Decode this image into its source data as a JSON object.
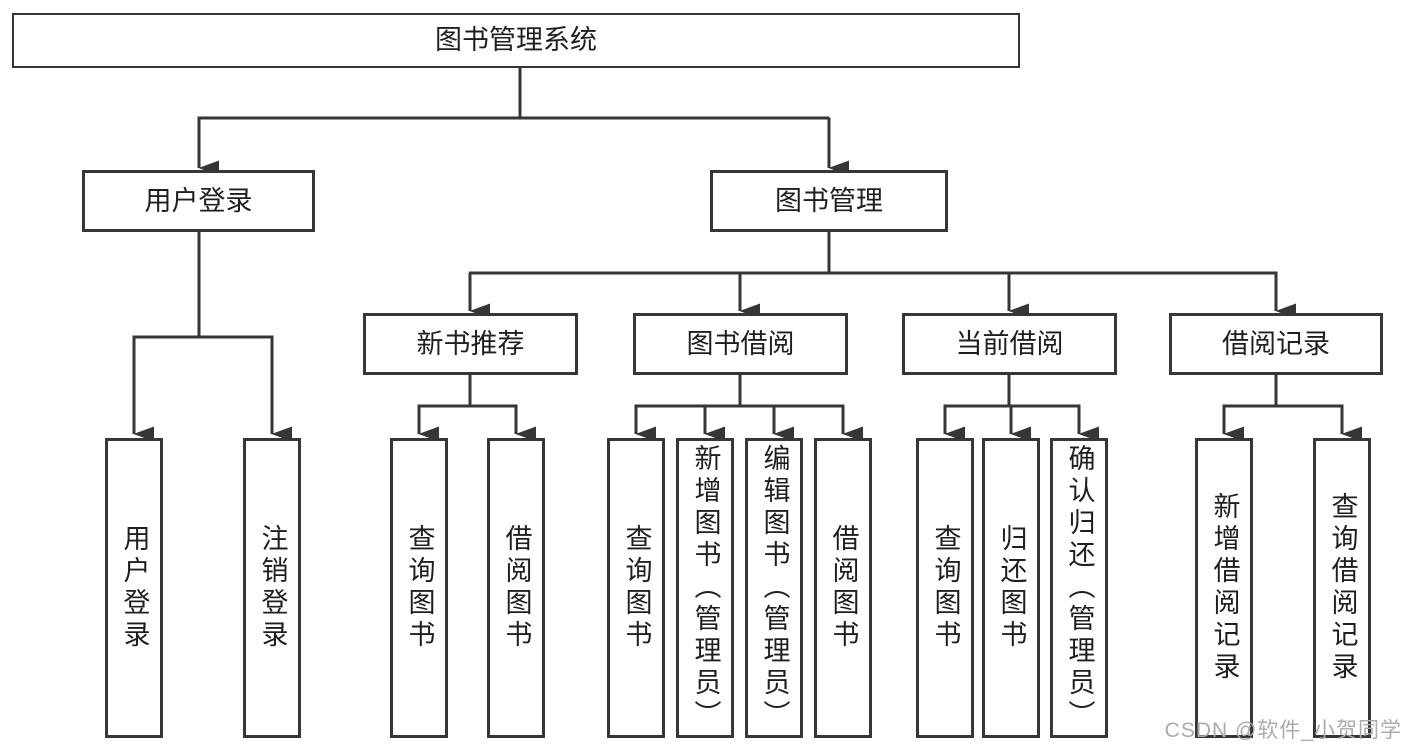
{
  "diagram_title": "图书管理系统",
  "nodes": {
    "root": "图书管理系统",
    "level2": {
      "user_login": "用户登录",
      "book_mgmt": "图书管理"
    },
    "level3": {
      "new_books": "新书推荐",
      "book_borrow": "图书借阅",
      "current_borrow": "当前借阅",
      "borrow_records": "借阅记录"
    },
    "leaves": {
      "user_login": "用户登录",
      "logout": "注销登录",
      "nb_query_books": "查询图书",
      "nb_borrow_books": "借阅图书",
      "bb_query_books": "查询图书",
      "bb_add_books_admin": "新增图书（管理员）",
      "bb_edit_books_admin": "编辑图书（管理员）",
      "bb_borrow_books": "借阅图书",
      "cb_query_books": "查询图书",
      "cb_return_books": "归还图书",
      "cb_confirm_return_admin": "确认归还（管理员）",
      "br_add_record": "新增借阅记录",
      "br_query_record": "查询借阅记录"
    }
  },
  "watermark": "CSDN @软件_小贺同学",
  "colors": {
    "line": "#363636",
    "text": "#1f1f1f",
    "background": "#ffffff",
    "watermark": "#ababab"
  }
}
